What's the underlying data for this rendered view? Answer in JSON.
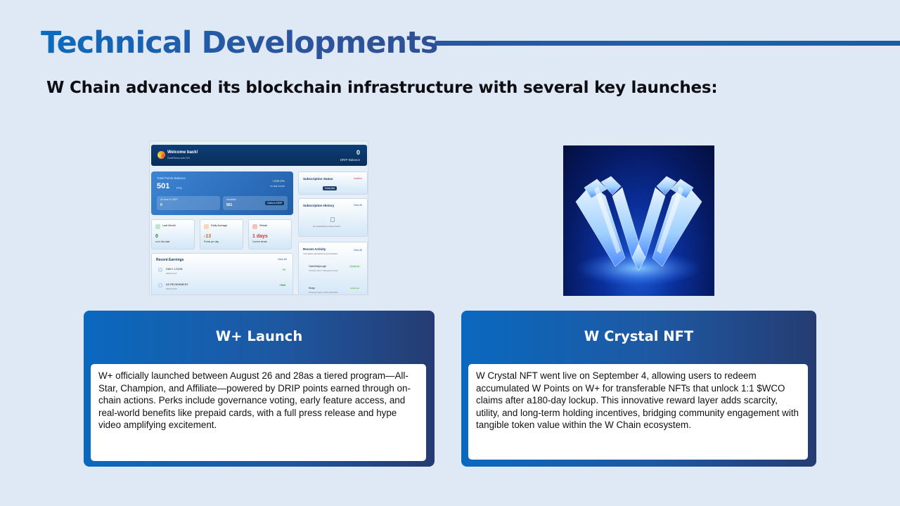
{
  "slide": {
    "title": "Technical Developments",
    "subtitle": "W Chain advanced its blockchain infrastructure with several key launches:"
  },
  "dashboard": {
    "welcome": "Welcome back!",
    "user": "SoeElena.sub.GG",
    "drip_value": "0",
    "drip_label": "DRIP Balance",
    "balance_label": "Total Points Balance",
    "balance_value": "501",
    "balance_unit": "PTS",
    "balance_change": "+100.0%",
    "balance_change_sub": "vs last month",
    "box1_label": "All time to DRIP",
    "box1_value": "0",
    "box2_label": "Available",
    "box2_value": "501",
    "box2_button": "Claim to DRIP",
    "mini": [
      {
        "label": "Last Month",
        "value": "0",
        "sub": "vs to this date"
      },
      {
        "label": "Daily Average",
        "value": "-13",
        "sub": "Points per day"
      },
      {
        "label": "Streak",
        "value": "1 days",
        "sub": "Current streak"
      }
    ],
    "earnings_title": "Recent Earnings",
    "earnings_view": "View All",
    "earnings": [
      {
        "name": "DAILY LOGIN",
        "date": "2025-10-16",
        "pts": "+1"
      },
      {
        "name": "AS REVIEWMENT",
        "date": "2025-10-15",
        "pts": "+500"
      }
    ],
    "sub_title": "Subscription Status",
    "sub_status": "Inactive",
    "sub_button": "Subscribe",
    "hist_title": "Subscription History",
    "hist_view": "View All",
    "hist_note": "No subscription history found",
    "act_title": "Recent Activity",
    "act_sub": "Your latest transactions and activities",
    "act_view": "View All",
    "activities": [
      {
        "name": "ClaimDailyLogin",
        "detail": "Contract call to Transparent Upgr...",
        "badge": "Confirmed"
      },
      {
        "name": "Swap",
        "detail": "W Swap Trade to WXmonPfooltor",
        "badge": "Confirmed"
      }
    ]
  },
  "cards": [
    {
      "title": "W+ Launch",
      "body": "W+ officially launched between August 26 and 28as a tiered program—All-Star, Champion, and Affiliate—powered by DRIP points earned through on-chain actions. Perks include governance voting, early feature access, and real-world benefits like prepaid cards, with a full press release and hype video amplifying excitement."
    },
    {
      "title": "W Crystal NFT",
      "body": "W Crystal NFT went live on September 4, allowing users to redeem accumulated W Points on W+ for transferable NFTs that unlock 1:1 $WCO claims after a180-day lockup. This innovative reward layer adds scarcity, utility, and long-term holding incentives, bridging community engagement with tangible token value within the W Chain ecosystem."
    }
  ],
  "colors": {
    "background": "#dfe9f5",
    "accent": "#1f5fae",
    "card_start": "#0a69bf",
    "card_end": "#253c72"
  }
}
